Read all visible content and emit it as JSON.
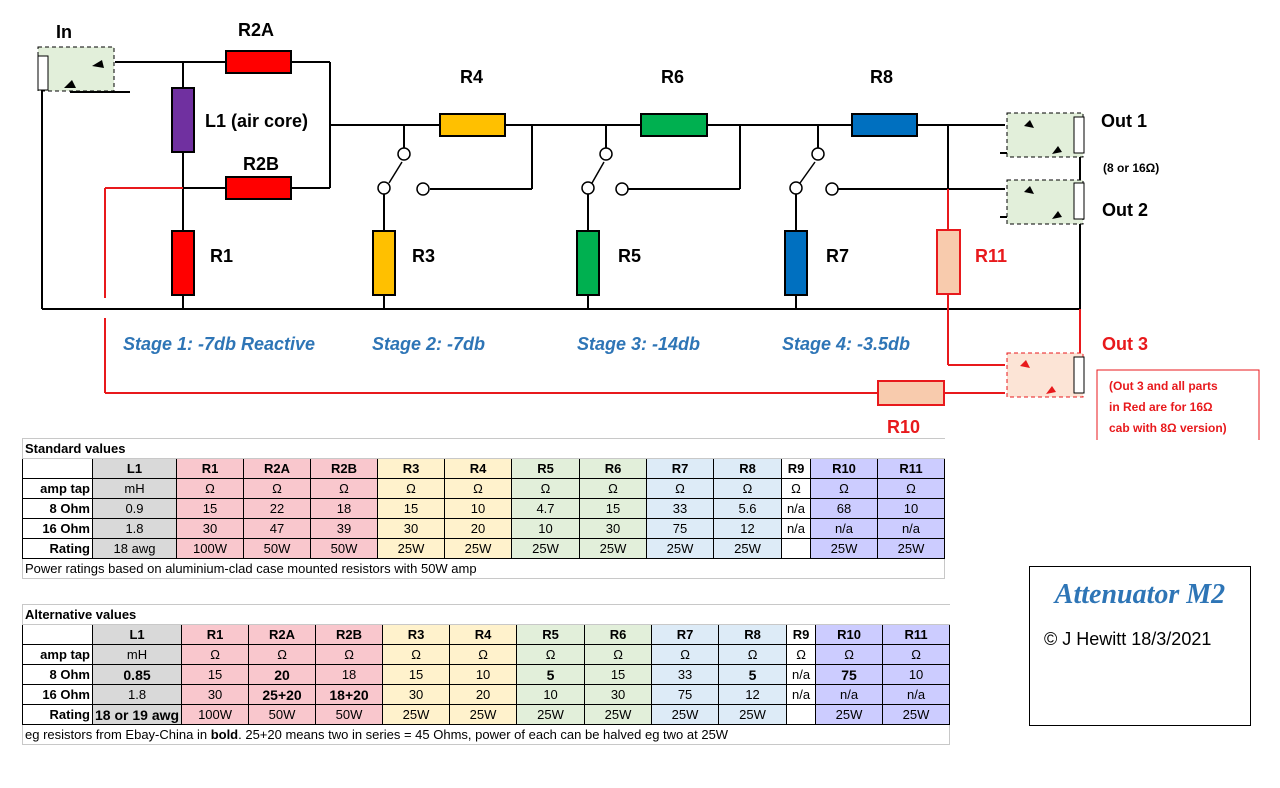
{
  "schematic": {
    "labels": {
      "in": "In",
      "r2a": "R2A",
      "r2b": "R2B",
      "l1": "L1 (air core)",
      "r1": "R1",
      "r3": "R3",
      "r4": "R4",
      "r5": "R5",
      "r6": "R6",
      "r7": "R7",
      "r8": "R8",
      "r10": "R10",
      "r11": "R11",
      "out1": "Out 1",
      "out1_note": "(8 or 16Ω)",
      "out2": "Out 2",
      "out3": "Out 3"
    },
    "stages": {
      "s1": "Stage 1:  -7db Reactive",
      "s2": "Stage 2:  -7db",
      "s3": "Stage 3:  -14db",
      "s4": "Stage 4:  -3.5db"
    },
    "red_note": {
      "line1": "(Out 3 and all parts",
      "line2": "in Red are for 16Ω",
      "line3": "cab with 8Ω version)"
    },
    "colors": {
      "red": "#e8191c",
      "purple": "#7030a0",
      "yellow": "#ffc000",
      "green": "#00b050",
      "blue": "#0070c0",
      "peach": "#f8cbad",
      "jack_fill": "#e2efda",
      "stage_text": "#2e75b6"
    }
  },
  "tables": {
    "standard": {
      "title": "Standard values",
      "headers": [
        "L1",
        "R1",
        "R2A",
        "R2B",
        "R3",
        "R4",
        "R5",
        "R6",
        "R7",
        "R8",
        "R9",
        "R10",
        "R11"
      ],
      "rows": [
        {
          "label": "amp tap",
          "cells": [
            "mH",
            "Ω",
            "Ω",
            "Ω",
            "Ω",
            "Ω",
            "Ω",
            "Ω",
            "Ω",
            "Ω",
            "Ω",
            "Ω",
            "Ω"
          ]
        },
        {
          "label": "8 Ohm",
          "cells": [
            "0.9",
            "15",
            "22",
            "18",
            "15",
            "10",
            "4.7",
            "15",
            "33",
            "5.6",
            "n/a",
            "68",
            "10"
          ]
        },
        {
          "label": "16 Ohm",
          "cells": [
            "1.8",
            "30",
            "47",
            "39",
            "30",
            "20",
            "10",
            "30",
            "75",
            "12",
            "n/a",
            "n/a",
            "n/a"
          ]
        },
        {
          "label": "Rating",
          "cells": [
            "18 awg",
            "100W",
            "50W",
            "50W",
            "25W",
            "25W",
            "25W",
            "25W",
            "25W",
            "25W",
            "",
            "25W",
            "25W"
          ]
        }
      ],
      "remark": "Power ratings based on aluminium-clad case mounted resistors with 50W amp"
    },
    "alternative": {
      "title": "Alternative  values",
      "headers": [
        "L1",
        "R1",
        "R2A",
        "R2B",
        "R3",
        "R4",
        "R5",
        "R6",
        "R7",
        "R8",
        "R9",
        "R10",
        "R11"
      ],
      "rows": [
        {
          "label": "amp tap",
          "cells": [
            "mH",
            "Ω",
            "Ω",
            "Ω",
            "Ω",
            "Ω",
            "Ω",
            "Ω",
            "Ω",
            "Ω",
            "Ω",
            "Ω",
            "Ω"
          ]
        },
        {
          "label": "8 Ohm",
          "cells": [
            "0.85",
            "15",
            "20",
            "18",
            "15",
            "10",
            "5",
            "15",
            "33",
            "5",
            "n/a",
            "75",
            "10"
          ]
        },
        {
          "label": "16 Ohm",
          "cells": [
            "1.8",
            "30",
            "25+20",
            "18+20",
            "30",
            "20",
            "10",
            "30",
            "75",
            "12",
            "n/a",
            "n/a",
            "n/a"
          ]
        },
        {
          "label": "Rating",
          "cells": [
            "18 or 19 awg",
            "100W",
            "50W",
            "50W",
            "25W",
            "25W",
            "25W",
            "25W",
            "25W",
            "25W",
            "",
            "25W",
            "25W"
          ]
        }
      ],
      "remark_pre": "eg resistors from Ebay-China in ",
      "remark_bold": "bold",
      "remark_post": ".  25+20 means two in series = 45 Ohms, power of each can be halved eg two at 25W"
    }
  },
  "titlebox": {
    "title": "Attenuator M2",
    "copyright": "© J Hewitt 18/3/2021"
  }
}
